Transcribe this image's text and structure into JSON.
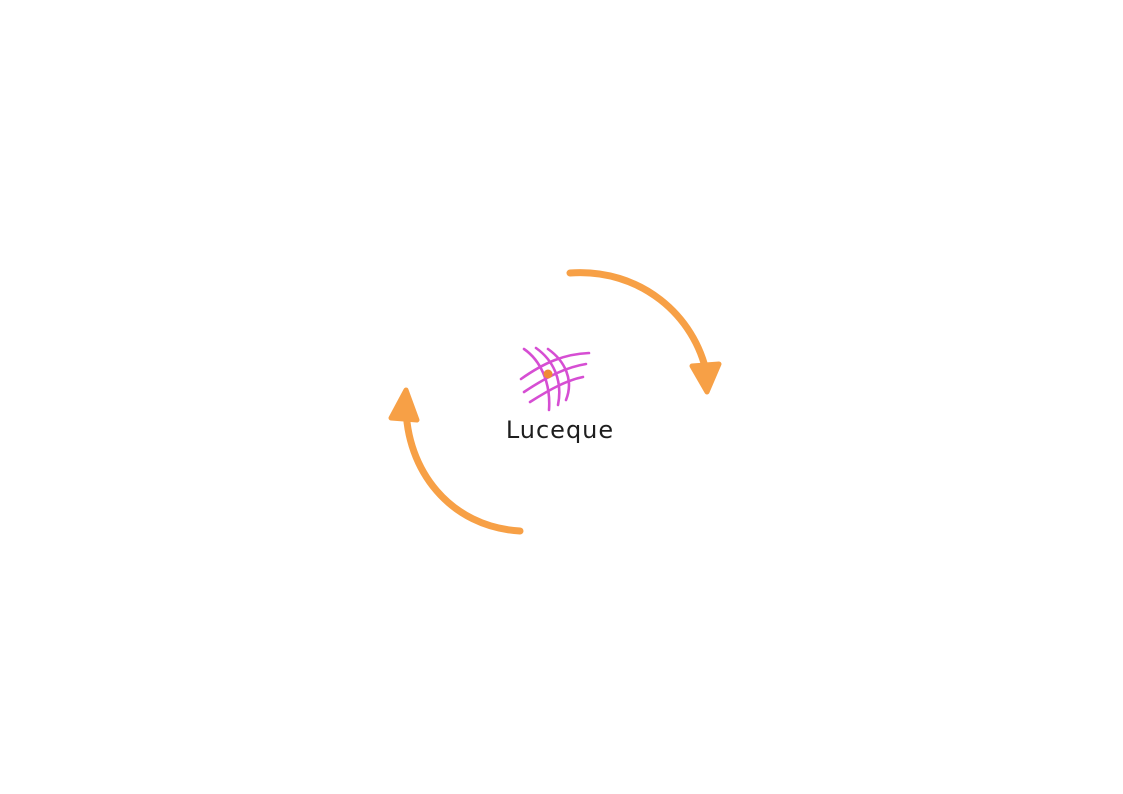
{
  "brand": {
    "name": "Luceque",
    "logo_icon": "luceque-logo-icon",
    "logo_color": "#d64ed3",
    "logo_dot_color": "#f08a36"
  },
  "cycle": {
    "arrow_color": "#f7a046",
    "arrows": [
      {
        "name": "top-right-arrow",
        "direction": "clockwise"
      },
      {
        "name": "bottom-left-arrow",
        "direction": "clockwise"
      }
    ]
  },
  "background_color": "#ffffff"
}
